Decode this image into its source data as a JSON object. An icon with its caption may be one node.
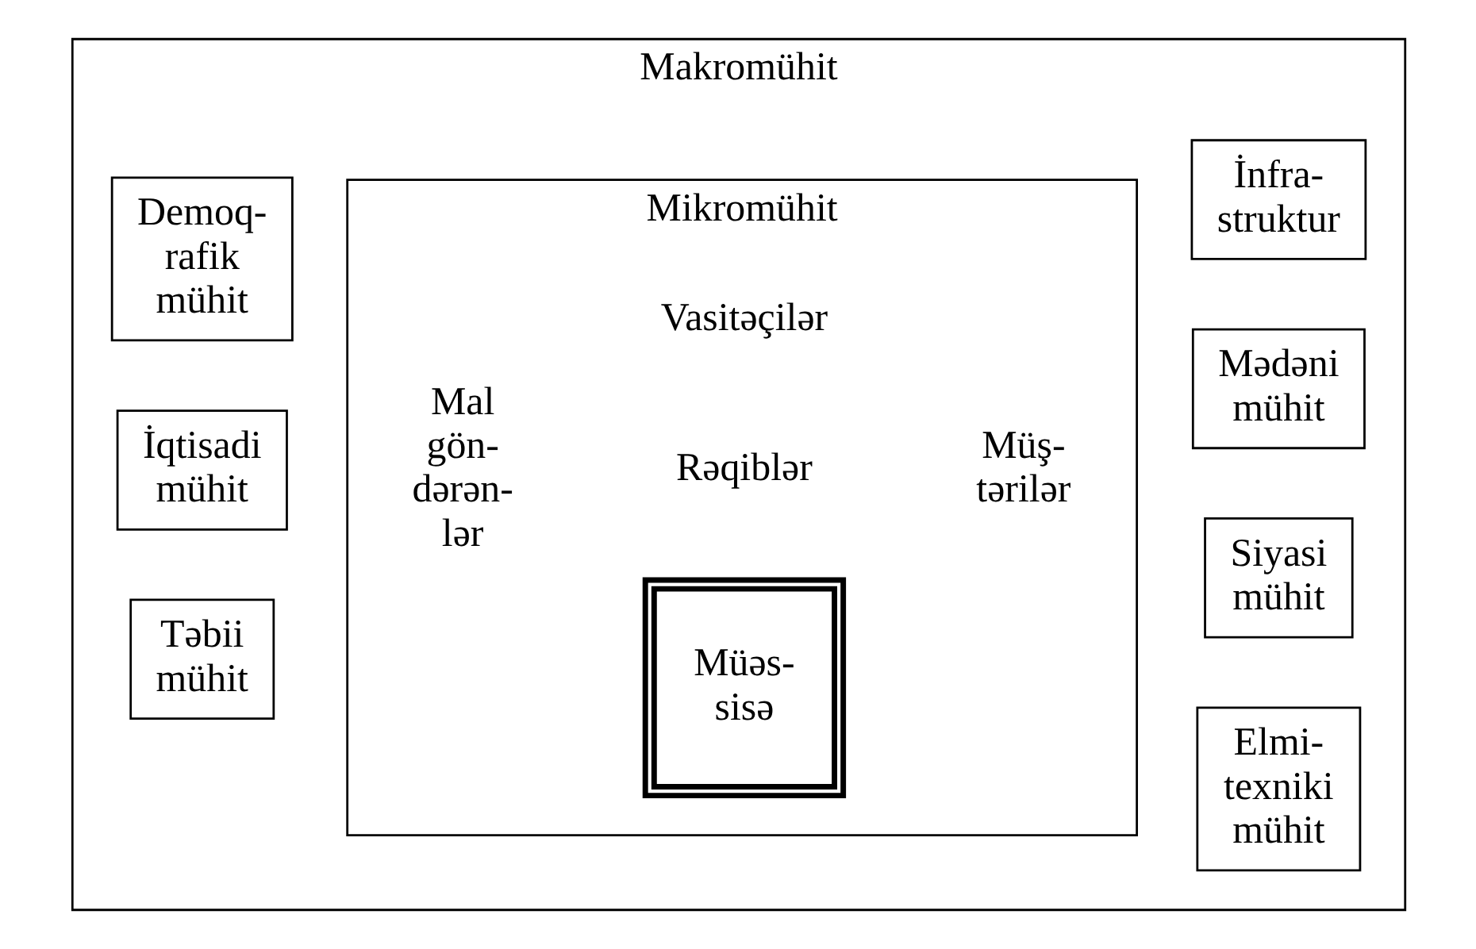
{
  "diagram": {
    "nodes": [
      {
        "text": [
          "Makromühit"
        ]
      },
      {
        "text": [
          "Demoq- rafik mühit"
        ],
        "in": 0
      },
      {
        "text": [
          "Mikromühit"
        ],
        "in": 0
      },
      {
        "text": [
          "Elmi- texniki mühit"
        ],
        "in": 0
      },
      {
        "text": [
          "İqtisadi mühit"
        ],
        "in": 0
      },
      {
        "text": [
          "Müəs- sisə"
        ],
        "in": 2
      },
      {
        "text": [
          "Siyasi mühit"
        ],
        "in": 0
      },
      {
        "text": [
          "Təbii mühit"
        ],
        "in": 0
      },
      {
        "text": [
          "Mədəni mühit"
        ],
        "in": 0
      },
      {
        "text": [
          "İnfra- struktur"
        ],
        "in": 0
      }
    ],
    "labels": [
      "Rəqiblər",
      "Mal gön- dərən- lər",
      "Müş- tərilər",
      "Vasitəçilər"
    ]
  }
}
